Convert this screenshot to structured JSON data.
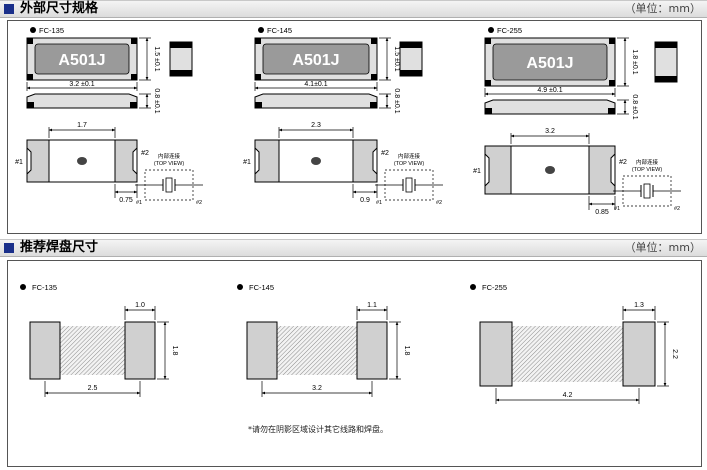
{
  "section1": {
    "title": "外部尺寸规格",
    "unit": "（单位：mm）"
  },
  "section2": {
    "title": "推荐焊盘尺寸",
    "unit": "（单位：mm）"
  },
  "colors": {
    "header_square": "#1a2f8a",
    "package_body": "#e0e0e0",
    "package_top": "#9a9a9a",
    "pad": "#d0d0d0",
    "hatch": "#888888"
  },
  "parts": [
    {
      "name": "FC-135",
      "marking": "A501J",
      "length": "3.2 ±0.1",
      "width": "1.5 ±0.1",
      "height": "0.8 ±0.1",
      "pad_pitch": "1.7",
      "pad_width": "0.75",
      "land": {
        "pad_width": "1.0",
        "pad_length": "1.8",
        "span": "2.5"
      }
    },
    {
      "name": "FC-145",
      "marking": "A501J",
      "length": "4.1±0.1",
      "width": "1.5 ±0.1",
      "height": "0.8 ±0.1",
      "pad_pitch": "2.3",
      "pad_width": "0.9",
      "land": {
        "pad_width": "1.1",
        "pad_length": "1.8",
        "span": "3.2"
      }
    },
    {
      "name": "FC-255",
      "marking": "A501J",
      "length": "4.9 ±0.1",
      "width": "1.8 ±0.1",
      "height": "0.8 ±0.1",
      "pad_pitch": "3.2",
      "pad_width": "0.85",
      "land": {
        "pad_width": "1.3",
        "pad_length": "2.2",
        "span": "4.2"
      }
    }
  ],
  "connection": {
    "title": "内部连接",
    "subtitle": "(TOP VIEW)",
    "pin1": "#1",
    "pin2": "#2"
  },
  "note": "*请勿在阴影区域设计其它线路和焊盘。"
}
